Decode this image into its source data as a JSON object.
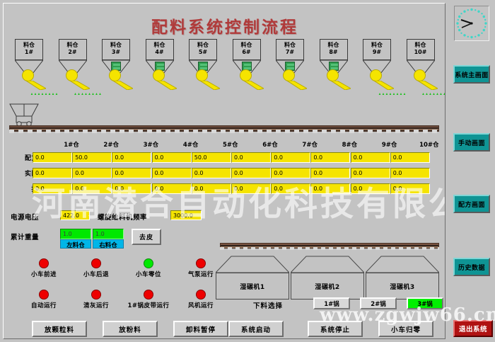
{
  "title": "配料系统控制流程",
  "silos": {
    "label_prefix": "料仓",
    "items": [
      {
        "label_line1": "料仓",
        "label_line2": "1#",
        "has_valve": false,
        "has_flow": true
      },
      {
        "label_line1": "料仓",
        "label_line2": "2#",
        "has_valve": false,
        "has_flow": true
      },
      {
        "label_line1": "料仓",
        "label_line2": "3#",
        "has_valve": true,
        "has_flow": false
      },
      {
        "label_line1": "料仓",
        "label_line2": "4#",
        "has_valve": true,
        "has_flow": false
      },
      {
        "label_line1": "料仓",
        "label_line2": "5#",
        "has_valve": true,
        "has_flow": false
      },
      {
        "label_line1": "料仓",
        "label_line2": "6#",
        "has_valve": true,
        "has_flow": false
      },
      {
        "label_line1": "料仓",
        "label_line2": "7#",
        "has_valve": true,
        "has_flow": false
      },
      {
        "label_line1": "料仓",
        "label_line2": "8#",
        "has_valve": true,
        "has_flow": false
      },
      {
        "label_line1": "料仓",
        "label_line2": "9#",
        "has_valve": false,
        "has_flow": true
      },
      {
        "label_line1": "料仓",
        "label_line2": "10#",
        "has_valve": false,
        "has_flow": true
      }
    ]
  },
  "table": {
    "columns": [
      "1#仓",
      "2#仓",
      "3#仓",
      "4#仓",
      "5#仓",
      "6#仓",
      "7#仓",
      "8#仓",
      "9#仓",
      "10#仓"
    ],
    "rows": [
      {
        "label": "配方重量",
        "values": [
          "0.0",
          "50.0",
          "0.0",
          "0.0",
          "50.0",
          "0.0",
          "0.0",
          "0.0",
          "0.0",
          "0.0"
        ]
      },
      {
        "label": "实际重量",
        "values": [
          "0.0",
          "0.0",
          "0.0",
          "0.0",
          "0.0",
          "0.0",
          "0.0",
          "0.0",
          "0.0",
          "0.0"
        ]
      },
      {
        "label": "提前量",
        "values": [
          "0.0",
          "0.0",
          "0.0",
          "0.0",
          "0.0",
          "0.0",
          "0.0",
          "0.0",
          "0.0",
          "0.0"
        ]
      }
    ]
  },
  "params": {
    "voltage_label": "电源电压",
    "voltage_value": "422.0",
    "frequency_label": "螺旋给料机频率",
    "frequency_value": "3000.0",
    "total_label": "累计重量",
    "left_value": "1.0",
    "right_value": "1.0",
    "left_label": "左料仓",
    "right_label": "右料仓",
    "tare_button": "去皮"
  },
  "lamps": [
    {
      "label": "小车前进",
      "state": "red"
    },
    {
      "label": "小车后退",
      "state": "red"
    },
    {
      "label": "小车零位",
      "state": "green"
    },
    {
      "label": "气泵运行",
      "state": "red"
    },
    {
      "label": "自动运行",
      "state": "red"
    },
    {
      "label": "清灰运行",
      "state": "red"
    },
    {
      "label": "1#锅皮带运行",
      "state": "red"
    },
    {
      "label": "风机运行",
      "state": "red"
    }
  ],
  "mills": [
    {
      "label": "湿碾机1"
    },
    {
      "label": "湿碾机2"
    },
    {
      "label": "湿碾机3"
    }
  ],
  "discharge": {
    "label": "下料选择",
    "options": [
      {
        "label": "1#锅",
        "active": false
      },
      {
        "label": "2#锅",
        "active": false
      },
      {
        "label": "3#锅",
        "active": true
      }
    ]
  },
  "bottom_buttons": [
    {
      "label": "放颗粒料"
    },
    {
      "label": "放粉料"
    },
    {
      "label": "卸料暂停"
    },
    {
      "label": "系统启动"
    },
    {
      "label": "系统停止"
    },
    {
      "label": "小车归零"
    }
  ],
  "sidebar": {
    "buttons": [
      {
        "label": "系统主画面"
      },
      {
        "label": "手动画面"
      },
      {
        "label": "配方画面"
      },
      {
        "label": "历史数据"
      }
    ],
    "exit_label": "退出系统"
  },
  "watermarks": {
    "company": "河南潜合自动化科技有限公司",
    "url": "www.zgwjw66.cn"
  },
  "colors": {
    "title": "#b03a3a",
    "field_yellow": "#f5e400",
    "lamp_red": "#ee0000",
    "lamp_green": "#00e800",
    "sidebar_teal": "#0f9494",
    "exit_red": "#b01212",
    "cyan": "#00b6e8"
  }
}
